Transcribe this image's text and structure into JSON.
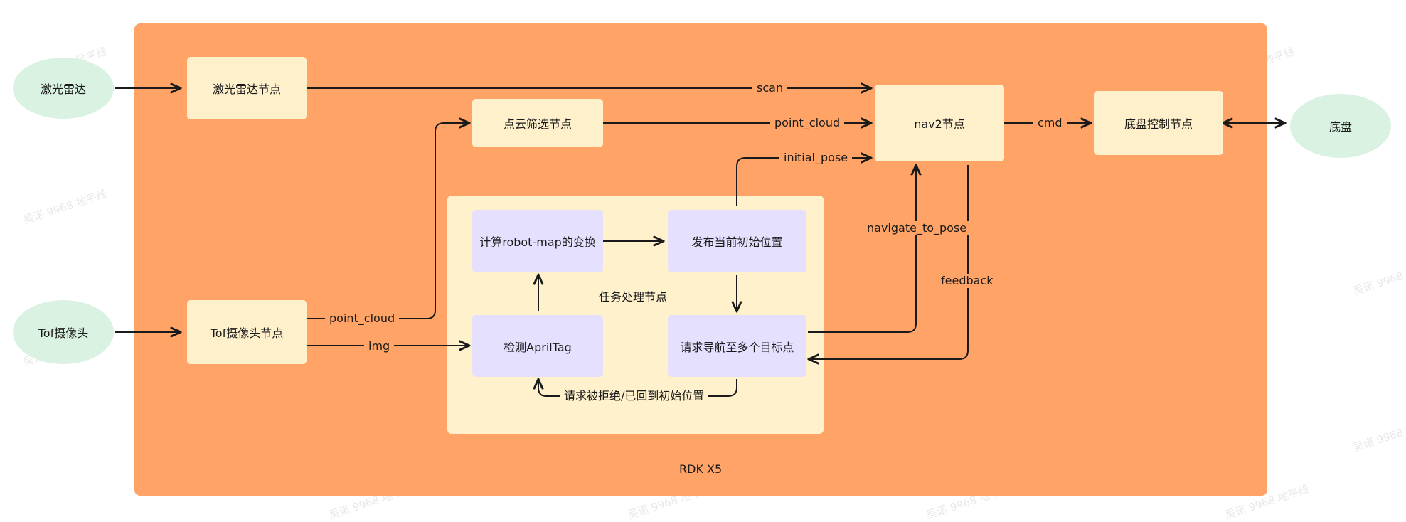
{
  "containers": {
    "rdk_label": "RDK X5",
    "task_label": "任务处理节点"
  },
  "external": {
    "lidar": "激光雷达",
    "tof_camera": "Tof摄像头",
    "chassis": "底盘"
  },
  "nodes": {
    "lidar_node": "激光雷达节点",
    "pointcloud_filter_node": "点云筛选节点",
    "tof_node": "Tof摄像头节点",
    "nav2_node": "nav2节点",
    "chassis_ctrl_node": "底盘控制节点",
    "compute_transform": "计算robot-map的变换",
    "publish_initial_pose": "发布当前初始位置",
    "detect_apriltag": "检测AprilTag",
    "request_navigation": "请求导航至多个目标点"
  },
  "edges": {
    "scan": "scan",
    "point_cloud_top": "point_cloud",
    "initial_pose": "initial_pose",
    "cmd": "cmd",
    "navigate_to_pose": "navigate_to_pose",
    "feedback": "feedback",
    "point_cloud_tof": "point_cloud",
    "img": "img",
    "rejected_or_returned": "请求被拒绝/已回到初始位置"
  },
  "watermark": "吴诺 9968 地平线",
  "colors": {
    "container": "#ffa466",
    "task_container": "#fff1cc",
    "node_yellow": "#fff0cc",
    "node_purple": "#e6e0ff",
    "external_green": "#d9f2e2",
    "edge": "#1a1a1a"
  }
}
